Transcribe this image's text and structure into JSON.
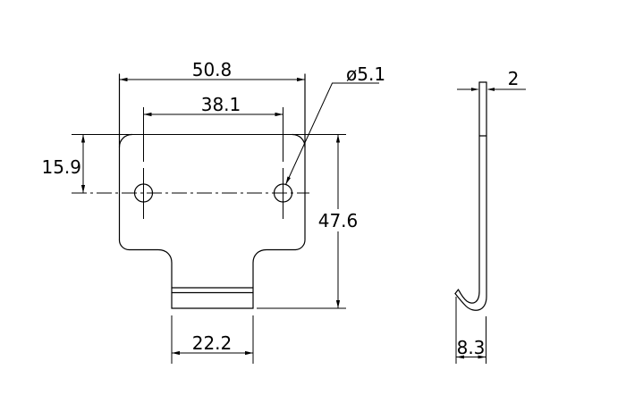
{
  "drawing": {
    "type": "technical-drawing",
    "views": 2,
    "colors": {
      "line": "#000000",
      "background": "#ffffff"
    }
  },
  "dims": {
    "overall_width": "50.8",
    "hole_spacing": "38.1",
    "top_edge_to_hole_center": "15.9",
    "overall_height": "47.6",
    "tab_width": "22.2",
    "hole_diameter": "ø5.1",
    "material_thickness": "2",
    "hook_depth": "8.3"
  }
}
